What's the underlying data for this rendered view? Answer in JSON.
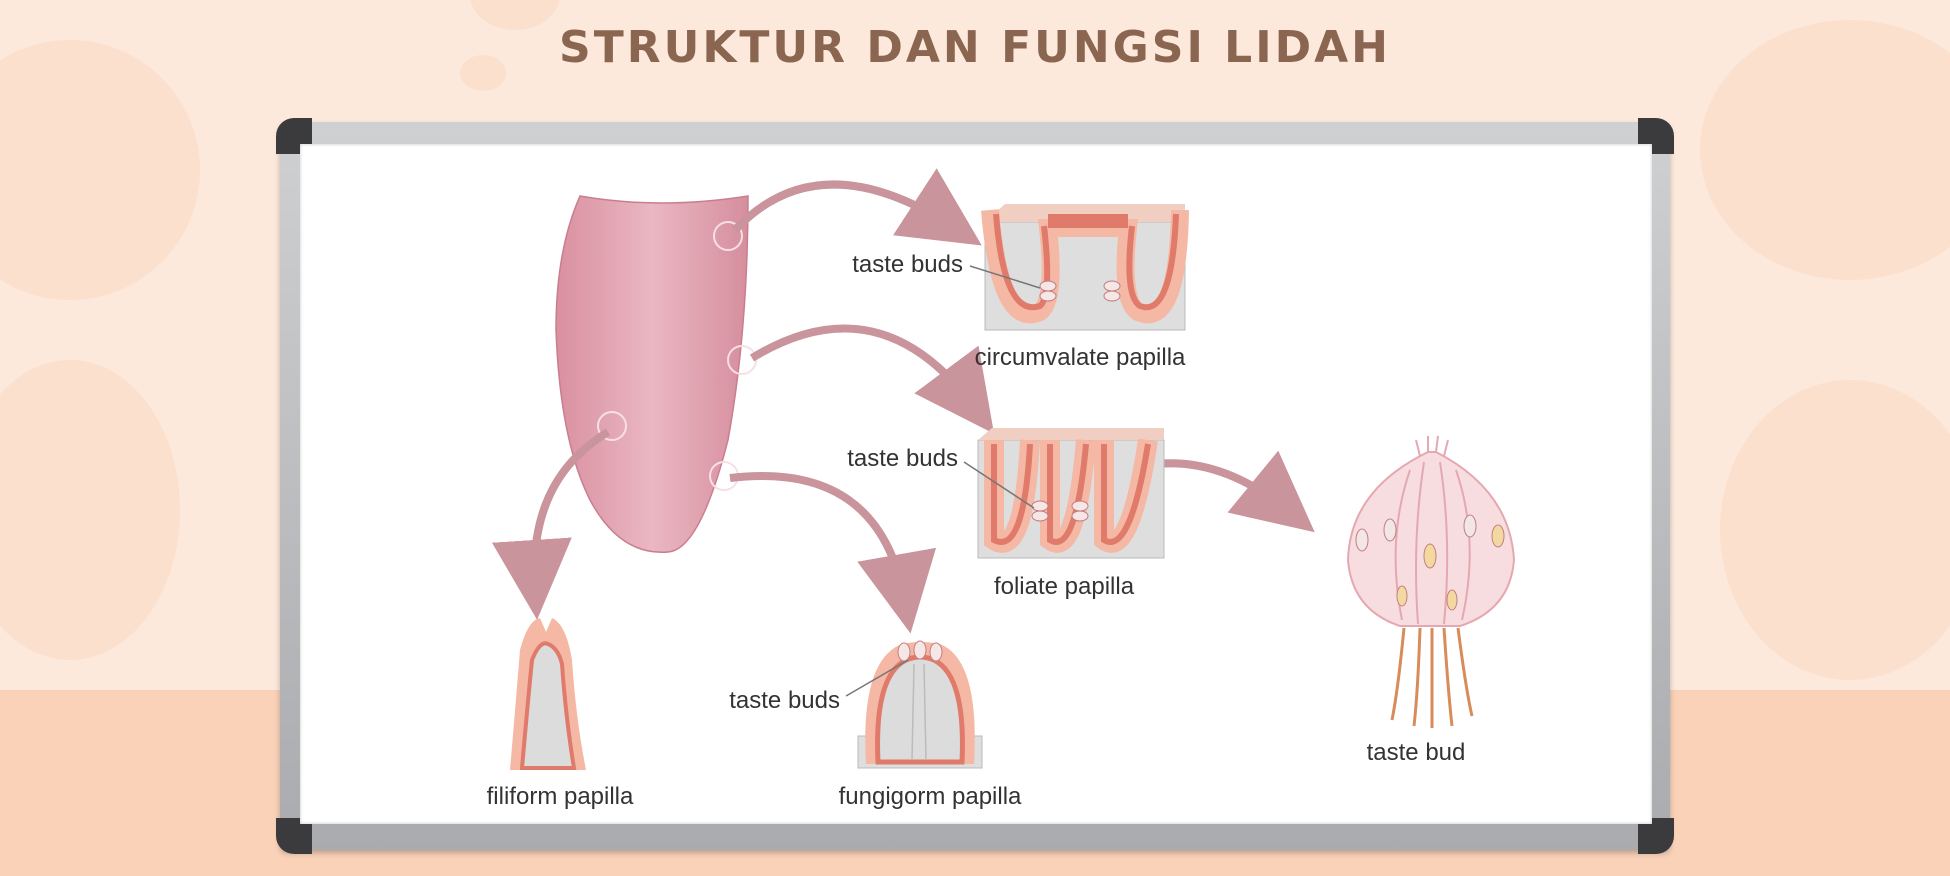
{
  "title": "STRUKTUR DAN FUNGSI LIDAH",
  "diagram": {
    "labels": {
      "circumvalate_taste_buds": "taste buds",
      "circumvalate": "circumvalate papilla",
      "foliate_taste_buds": "taste buds",
      "foliate": "foliate papilla",
      "fungiform_taste_buds": "taste buds",
      "fungiform": "fungigorm papilla",
      "filiform": "filiform papilla",
      "taste_bud": "taste bud"
    }
  },
  "colors": {
    "background": "#fde9dc",
    "floor": "#f9d2b8",
    "title": "#8a6550",
    "tongue": "#e3a7b4",
    "papilla_outer": "#f4b8a4",
    "papilla_inner": "#e07a6a",
    "arrow": "#c9949b"
  }
}
